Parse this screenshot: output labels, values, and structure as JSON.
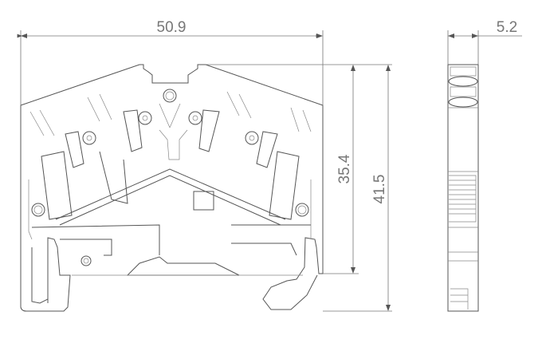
{
  "dimensions": {
    "width_front": "50.9",
    "height_inner": "35.4",
    "height_total": "41.5",
    "width_side": "5.2"
  },
  "colors": {
    "line": "#555555",
    "dimension": "#777777"
  }
}
